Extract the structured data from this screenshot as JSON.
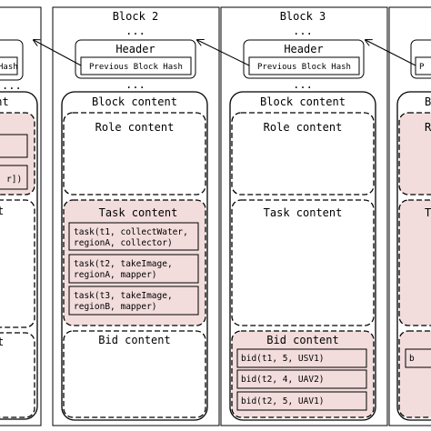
{
  "diagram": {
    "dots": "...",
    "colors": {
      "shaded_fill": "#f2dcdc",
      "stroke": "#000000",
      "background": "#ffffff"
    },
    "block_left": {
      "header_hash_partial": "Hash",
      "content_partial": "ent",
      "item_partial": "r])",
      "task_partial": "t",
      "bid_partial": "t"
    },
    "block2": {
      "title": "Block 2",
      "header_title": "Header",
      "prev_hash": "Previous Block Hash",
      "content_title": "Block content",
      "role_title": "Role content",
      "task_title": "Task content",
      "tasks": [
        [
          "task(t1, collectWater,",
          "regionA, collector)"
        ],
        [
          "task(t2, takeImage,",
          "regionA, mapper)"
        ],
        [
          "task(t3, takeImage,",
          "regionB, mapper)"
        ]
      ],
      "bid_title": "Bid content"
    },
    "block3": {
      "title": "Block 3",
      "header_title": "Header",
      "prev_hash": "Previous Block Hash",
      "content_title": "Block content",
      "role_title": "Role content",
      "task_title": "Task content",
      "bid_title": "Bid content",
      "bids": [
        "bid(t1, 5, USV1)",
        "bid(t2, 4, UAV2)",
        "bid(t2, 5, UAV1)"
      ]
    },
    "block_right": {
      "header_hash_partial": "P",
      "content_partial": "B",
      "role_partial": "R",
      "task_partial": "T",
      "bid_partial": "b"
    }
  }
}
